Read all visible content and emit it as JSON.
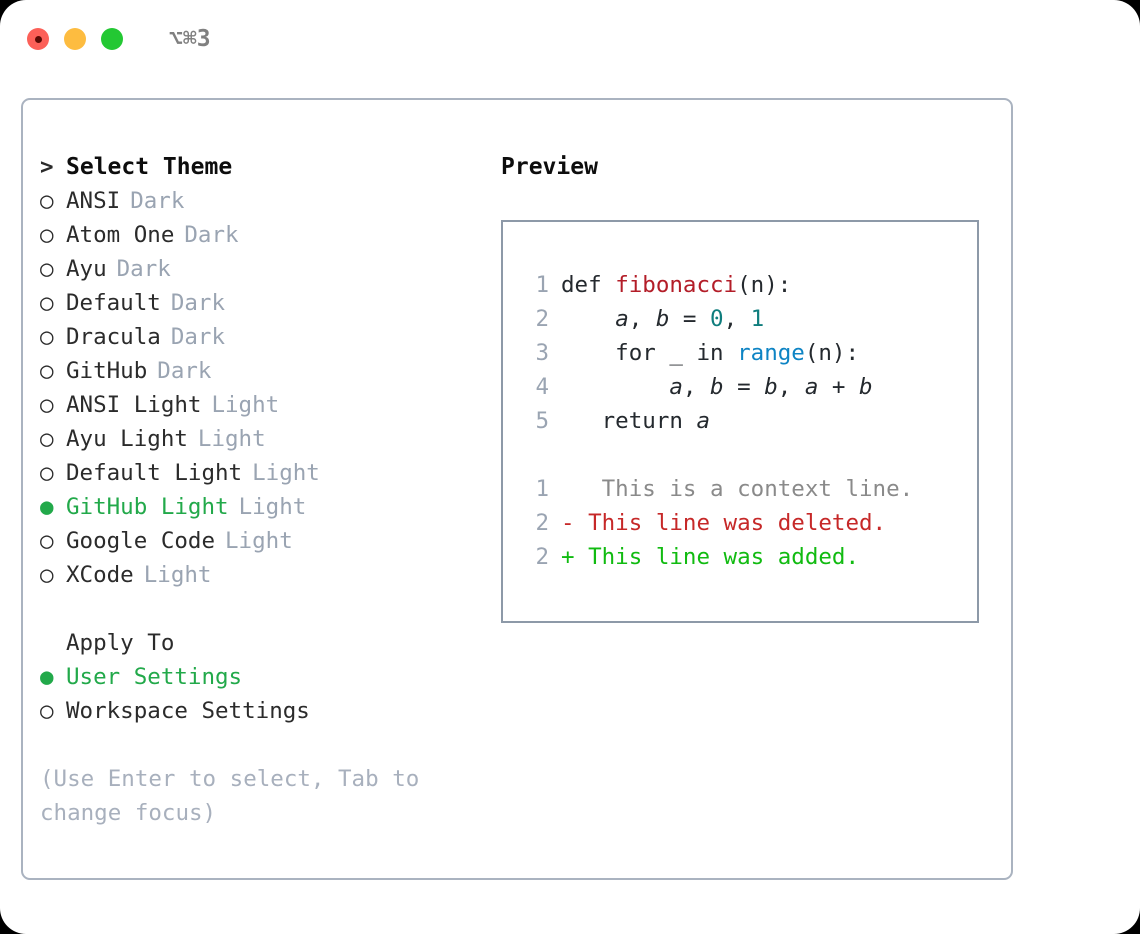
{
  "titlebar": {
    "shortcut": "⌥⌘3",
    "lights": [
      {
        "name": "close",
        "color": "#fc6058"
      },
      {
        "name": "minimize",
        "color": "#fdbc40"
      },
      {
        "name": "maximize",
        "color": "#23c833"
      }
    ]
  },
  "theme_list": {
    "header_marker": ">",
    "header": "Select Theme",
    "items": [
      {
        "marker": "○",
        "label": "ANSI",
        "tag": "Dark",
        "selected": false
      },
      {
        "marker": "○",
        "label": "Atom One",
        "tag": "Dark",
        "selected": false
      },
      {
        "marker": "○",
        "label": "Ayu",
        "tag": "Dark",
        "selected": false
      },
      {
        "marker": "○",
        "label": "Default",
        "tag": "Dark",
        "selected": false
      },
      {
        "marker": "○",
        "label": "Dracula",
        "tag": "Dark",
        "selected": false
      },
      {
        "marker": "○",
        "label": "GitHub",
        "tag": "Dark",
        "selected": false
      },
      {
        "marker": "○",
        "label": "ANSI Light",
        "tag": "Light",
        "selected": false
      },
      {
        "marker": "○",
        "label": "Ayu Light",
        "tag": "Light",
        "selected": false
      },
      {
        "marker": "○",
        "label": "Default Light",
        "tag": "Light",
        "selected": false
      },
      {
        "marker": "●",
        "label": "GitHub Light",
        "tag": "Light",
        "selected": true
      },
      {
        "marker": "○",
        "label": "Google Code",
        "tag": "Light",
        "selected": false
      },
      {
        "marker": "○",
        "label": "XCode",
        "tag": "Light",
        "selected": false
      }
    ]
  },
  "apply_to": {
    "title": "Apply To",
    "options": [
      {
        "marker": "●",
        "label": "User Settings",
        "selected": true
      },
      {
        "marker": "○",
        "label": "Workspace Settings",
        "selected": false
      }
    ]
  },
  "hint": "(Use Enter to select, Tab to change focus)",
  "preview": {
    "title": "Preview",
    "code_lines": [
      {
        "no": "1",
        "segments": [
          {
            "text": "def ",
            "style": "plain"
          },
          {
            "text": "fibonacci",
            "style": "fn"
          },
          {
            "text": "(n):",
            "style": "plain"
          }
        ]
      },
      {
        "no": "2",
        "segments": [
          {
            "text": "    ",
            "style": "plain"
          },
          {
            "text": "a",
            "style": "var"
          },
          {
            "text": ", ",
            "style": "plain"
          },
          {
            "text": "b",
            "style": "var"
          },
          {
            "text": " = ",
            "style": "plain"
          },
          {
            "text": "0",
            "style": "num"
          },
          {
            "text": ", ",
            "style": "plain"
          },
          {
            "text": "1",
            "style": "num"
          }
        ]
      },
      {
        "no": "3",
        "segments": [
          {
            "text": "    for _ in ",
            "style": "plain"
          },
          {
            "text": "range",
            "style": "builtin"
          },
          {
            "text": "(n):",
            "style": "plain"
          }
        ]
      },
      {
        "no": "4",
        "segments": [
          {
            "text": "        ",
            "style": "plain"
          },
          {
            "text": "a",
            "style": "var"
          },
          {
            "text": ", ",
            "style": "plain"
          },
          {
            "text": "b",
            "style": "var"
          },
          {
            "text": " = ",
            "style": "plain"
          },
          {
            "text": "b",
            "style": "var"
          },
          {
            "text": ", ",
            "style": "plain"
          },
          {
            "text": "a",
            "style": "var"
          },
          {
            "text": " + ",
            "style": "plain"
          },
          {
            "text": "b",
            "style": "var"
          }
        ]
      },
      {
        "no": "5",
        "segments": [
          {
            "text": "   return ",
            "style": "plain"
          },
          {
            "text": "a",
            "style": "var"
          }
        ]
      }
    ],
    "diff_lines": [
      {
        "no": "1",
        "sign": " ",
        "text": "  This is a context line.",
        "kind": "context"
      },
      {
        "no": "2",
        "sign": "-",
        "text": " This line was deleted.",
        "kind": "deleted"
      },
      {
        "no": "2",
        "sign": "+",
        "text": " This line was added.",
        "kind": "added"
      }
    ]
  },
  "colors": {
    "accent_green": "#22a94a",
    "tag_gray": "#9aa4b2",
    "border": "#8d99a8",
    "panel_border": "#aab3c0",
    "fn_red": "#b31d28",
    "num_teal": "#0f7d7d",
    "builtin_blue": "#0e84c4",
    "diff_add": "#11bb11",
    "diff_del": "#c62828"
  }
}
